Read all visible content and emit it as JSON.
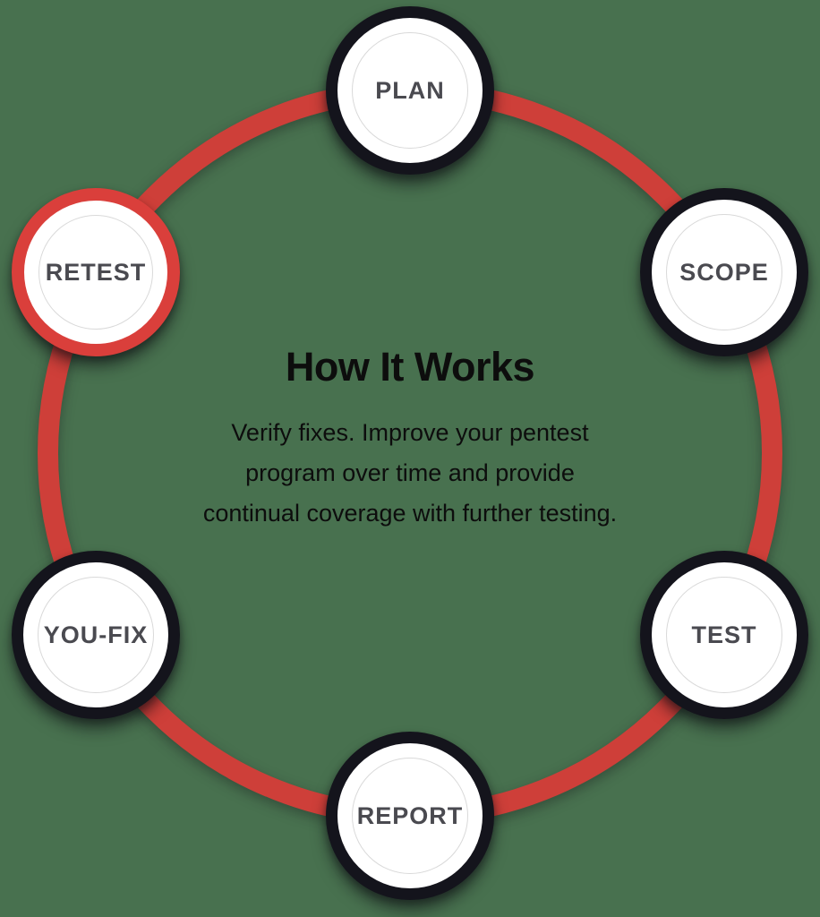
{
  "colors": {
    "background": "#48714F",
    "cycle_red": "#CE3F39",
    "highlight_red": "#DA3F3B",
    "node_ring_dark": "#14141C",
    "node_fill": "#FFFFFF",
    "node_inner_outline": "#D9D9D9",
    "node_label": "#4A4A50",
    "text": "#0D0D0D"
  },
  "diagram": {
    "title": "How It Works",
    "description_lines": [
      "Verify fixes. Improve your pentest",
      "program over time and provide",
      "continual coverage with further testing."
    ],
    "steps": [
      {
        "label": "PLAN",
        "highlighted": false
      },
      {
        "label": "SCOPE",
        "highlighted": false
      },
      {
        "label": "TEST",
        "highlighted": false
      },
      {
        "label": "REPORT",
        "highlighted": false
      },
      {
        "label": "YOU-FIX",
        "highlighted": false
      },
      {
        "label": "RETEST",
        "highlighted": true
      }
    ]
  }
}
